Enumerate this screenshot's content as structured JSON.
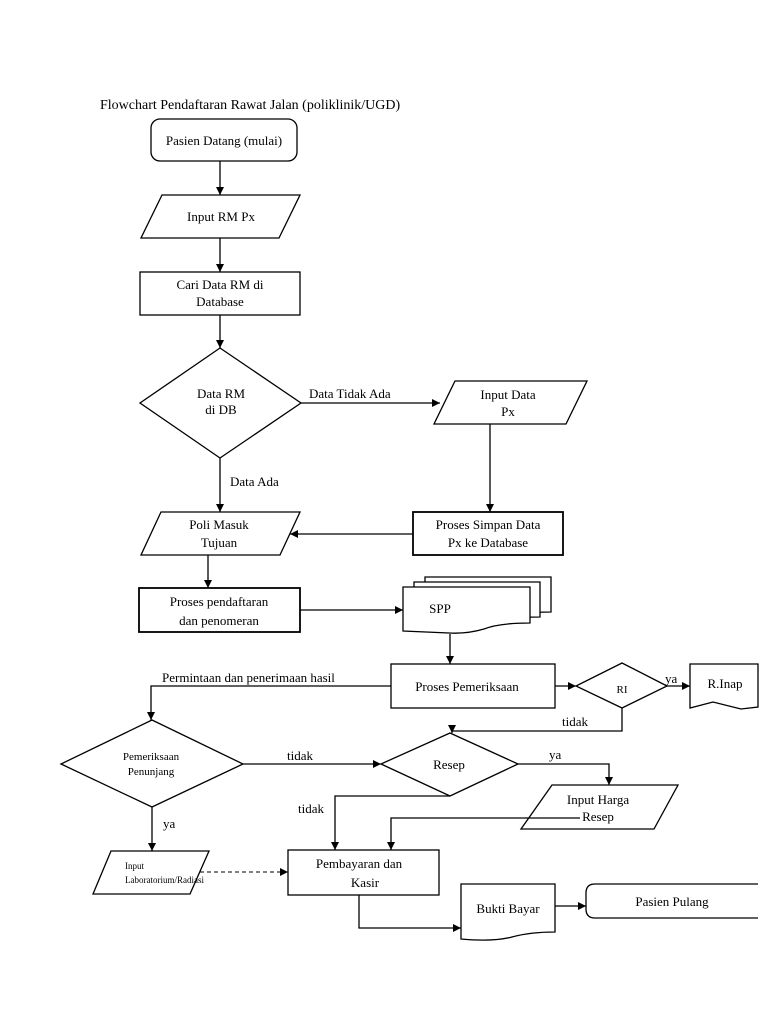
{
  "title": "Flowchart Pendaftaran Rawat Jalan (poliklinik/UGD)",
  "nodes": {
    "start": "Pasien Datang (mulai)",
    "input_rm": "Input RM Px",
    "cari_1": "Cari Data RM di",
    "cari_2": "Database",
    "dec_rm_1": "Data RM",
    "dec_rm_2": "di DB",
    "input_data_1": "Input Data",
    "input_data_2": "Px",
    "simpan_1": "Proses Simpan Data",
    "simpan_2": "Px ke Database",
    "poli_1": "Poli Masuk",
    "poli_2": "Tujuan",
    "daftar_1": "Proses pendaftaran",
    "daftar_2": "dan penomeran",
    "spp": "SPP",
    "periksa": "Proses Pemeriksaan",
    "ri": "RI",
    "rinap": "R.Inap",
    "penunjang_1": "Pemeriksaan",
    "penunjang_2": "Penunjang",
    "resep": "Resep",
    "harga_1": "Input Harga",
    "harga_2": "Resep",
    "lab_1": "Input",
    "lab_2": "Laboratorium/Radiasi",
    "bayar_1": "Pembayaran dan",
    "bayar_2": "Kasir",
    "bukti": "Bukti Bayar",
    "pulang": "Pasien Pulang"
  },
  "edges": {
    "tidak_ada": "Data Tidak Ada",
    "ada": "Data Ada",
    "permintaan": "Permintaan dan penerimaan hasil",
    "ri_ya": "ya",
    "ri_tidak": "tidak",
    "penunjang_tidak": "tidak",
    "penunjang_ya": "ya",
    "resep_ya": "ya",
    "resep_tidak": "tidak"
  }
}
